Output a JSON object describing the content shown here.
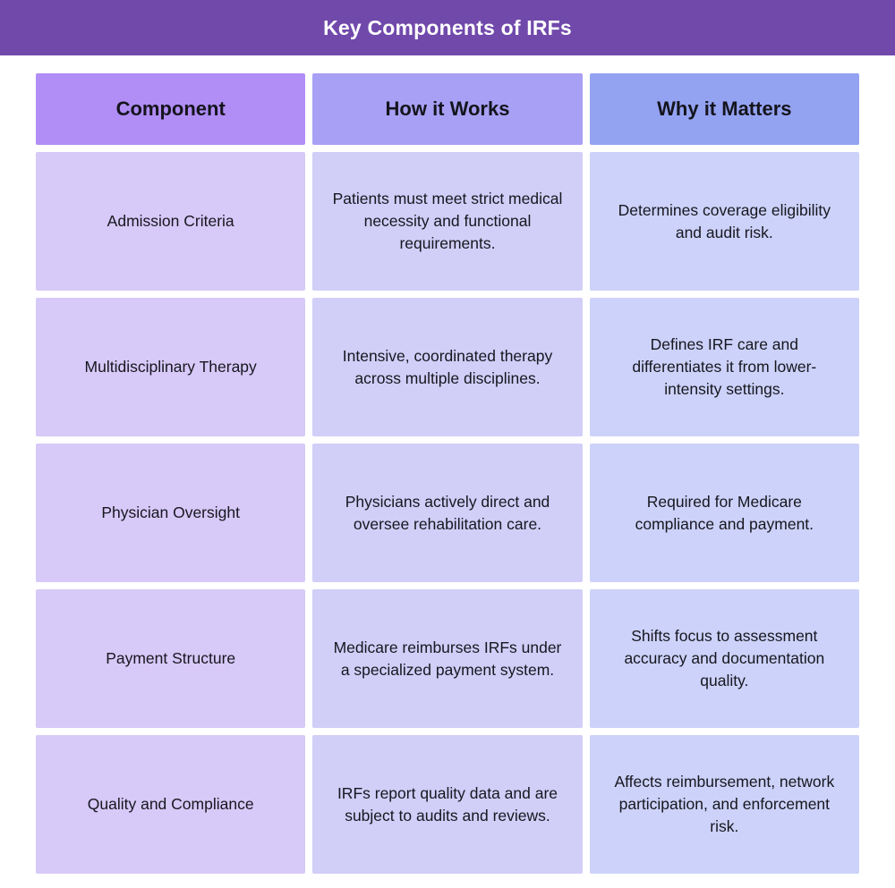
{
  "title": "Key Components of IRFs",
  "table": {
    "headers": [
      "Component",
      "How it Works",
      "Why it Matters"
    ],
    "rows": [
      {
        "component": "Admission Criteria",
        "how": "Patients must meet strict medical necessity and functional requirements.",
        "why": "Determines coverage eligibility and audit risk."
      },
      {
        "component": "Multidisciplinary Therapy",
        "how": "Intensive, coordinated therapy across multiple disciplines.",
        "why": "Defines IRF care and differentiates it from lower-intensity settings."
      },
      {
        "component": "Physician Oversight",
        "how": "Physicians actively direct and oversee rehabilitation care.",
        "why": "Required for Medicare compliance and payment."
      },
      {
        "component": "Payment Structure",
        "how": "Medicare reimburses IRFs under a specialized payment system.",
        "why": "Shifts focus to assessment accuracy and documentation quality."
      },
      {
        "component": "Quality and Compliance",
        "how": "IRFs report quality data and are subject to audits and reviews.",
        "why": "Affects reimbursement, network participation, and enforcement risk."
      }
    ]
  },
  "colors": {
    "banner": "#7149ab",
    "banner_text": "#ffffff",
    "header_component": "#b18df6",
    "header_how_it_works": "#a8a0f4",
    "header_why_it_matters": "#94a2f2",
    "body_component": "#d7c9f8",
    "body_how_it_works": "#d1cef8",
    "body_why_it_matters": "#ccd2f9",
    "text": "#17171f"
  },
  "chart_data": {
    "type": "table",
    "title": "Key Components of IRFs",
    "columns": [
      "Component",
      "How it Works",
      "Why it Matters"
    ],
    "rows": [
      [
        "Admission Criteria",
        "Patients must meet strict medical necessity and functional requirements.",
        "Determines coverage eligibility and audit risk."
      ],
      [
        "Multidisciplinary Therapy",
        "Intensive, coordinated therapy across multiple disciplines.",
        "Defines IRF care and differentiates it from lower-intensity settings."
      ],
      [
        "Physician Oversight",
        "Physicians actively direct and oversee rehabilitation care.",
        "Required for Medicare compliance and payment."
      ],
      [
        "Payment Structure",
        "Medicare reimburses IRFs under a specialized payment system.",
        "Shifts focus to assessment accuracy and documentation quality."
      ],
      [
        "Quality and Compliance",
        "IRFs report quality data and are subject to audits and reviews.",
        "Affects reimbursement, network participation, and enforcement risk."
      ]
    ],
    "layout": {
      "legend": "none",
      "grid": "off",
      "header_row": true
    }
  }
}
